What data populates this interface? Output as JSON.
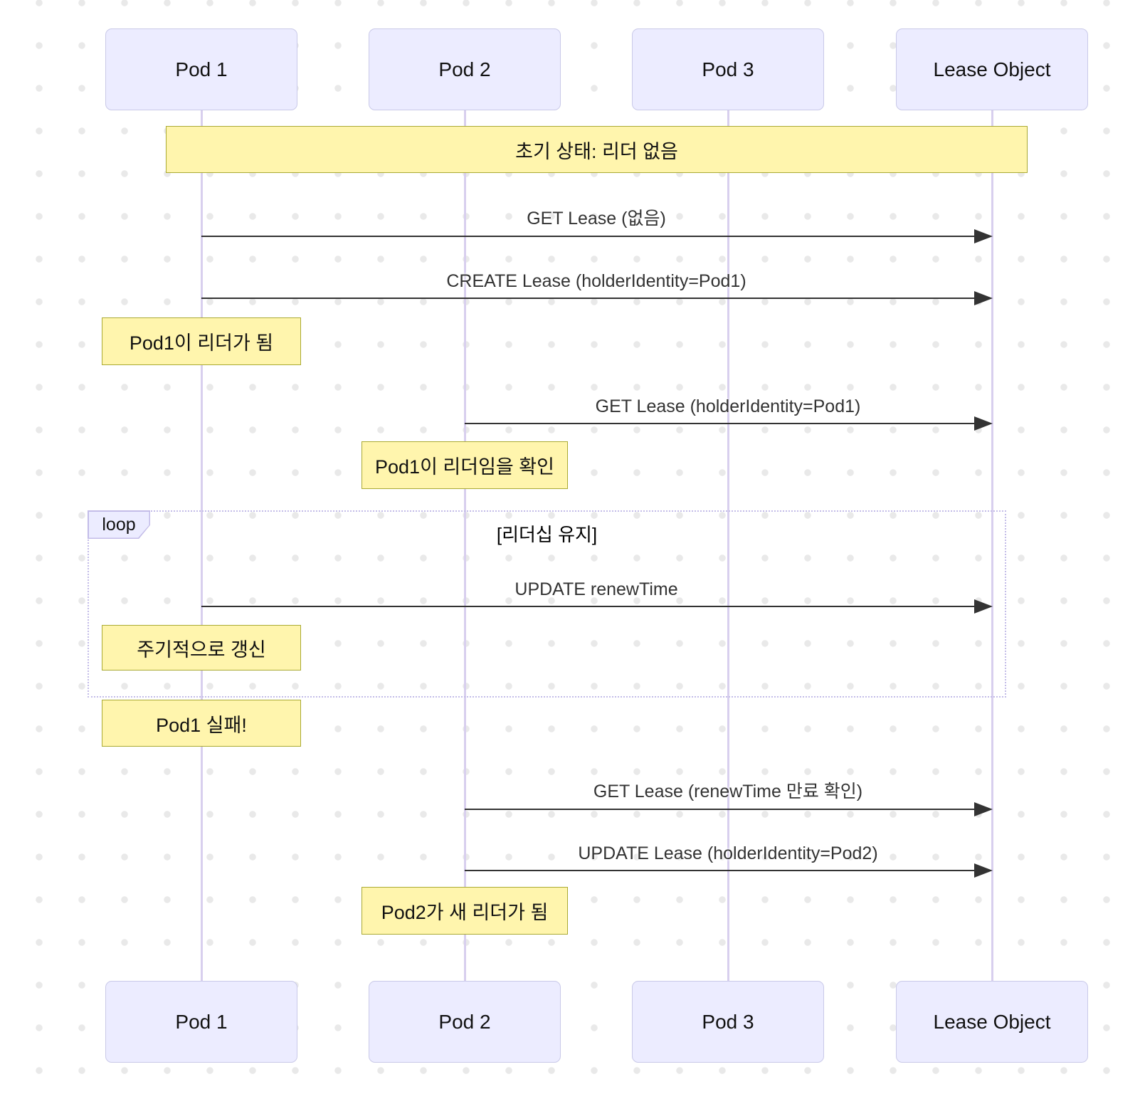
{
  "colors": {
    "background": "#FFFFFF",
    "background_dot": "#E9E9E9",
    "actor_fill": "#ECECFF",
    "actor_border": "#C9C9E8",
    "lifeline": "#D8CFEE",
    "note_fill": "#FFF5AD",
    "note_border": "#AAAA33",
    "message_line": "#333333",
    "message_text": "#333333",
    "loop_border": "#C3BCE8",
    "loop_label_fill": "#ECECFF"
  },
  "participants": [
    {
      "label": "Pod 1"
    },
    {
      "label": "Pod 2"
    },
    {
      "label": "Pod 3"
    },
    {
      "label": "Lease Object"
    }
  ],
  "notes": [
    {
      "text": "초기 상태: 리더 없음",
      "over": "all"
    },
    {
      "text": "Pod1이 리더가 됨",
      "over": "Pod 1"
    },
    {
      "text": "Pod1이 리더임을 확인",
      "over": "Pod 2"
    },
    {
      "text": "주기적으로 갱신",
      "over": "Pod 1"
    },
    {
      "text": "Pod1 실패!",
      "over": "Pod 1"
    },
    {
      "text": "Pod2가 새 리더가 됨",
      "over": "Pod 2"
    }
  ],
  "messages": [
    {
      "label": "GET Lease (없음)",
      "from": "Pod 1",
      "to": "Lease Object"
    },
    {
      "label": "CREATE Lease (holderIdentity=Pod1)",
      "from": "Pod 1",
      "to": "Lease Object"
    },
    {
      "label": "GET Lease (holderIdentity=Pod1)",
      "from": "Pod 2",
      "to": "Lease Object"
    },
    {
      "label": "UPDATE renewTime",
      "from": "Pod 1",
      "to": "Lease Object"
    },
    {
      "label": "GET Lease (renewTime 만료 확인)",
      "from": "Pod 2",
      "to": "Lease Object"
    },
    {
      "label": "UPDATE Lease (holderIdentity=Pod2)",
      "from": "Pod 2",
      "to": "Lease Object"
    }
  ],
  "loop": {
    "label": "loop",
    "condition": "[리더십 유지]"
  }
}
